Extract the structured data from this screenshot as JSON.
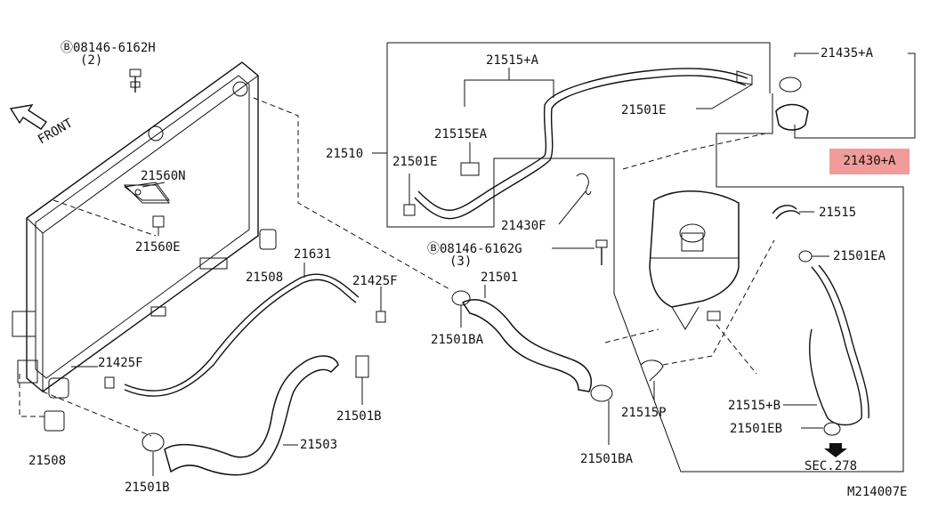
{
  "diagram_id": "M214007E",
  "highlight": {
    "label": "21430+A",
    "color": "#f08a8a"
  },
  "front_label": "FRONT",
  "bolt_label_1": {
    "code": "Ⓑ08146-6162H",
    "qty": "(2)"
  },
  "bolt_label_2": {
    "code": "Ⓑ08146-6162G",
    "qty": "(3)"
  },
  "section_label": "SEC.278",
  "labels": {
    "l21515A": "21515+A",
    "l21501E_top": "21501E",
    "l21515EA": "21515EA",
    "l21510": "21510",
    "l21501E_left": "21501E",
    "l21430F": "21430F",
    "l21435A": "21435+A",
    "l21515": "21515",
    "l21501EA": "21501EA",
    "l21560N": "21560N",
    "l21560E": "21560E",
    "l21508_top": "21508",
    "l21631": "21631",
    "l21425F_top": "21425F",
    "l21501": "21501",
    "l21501BA_top": "21501BA",
    "l21425F_bot": "21425F",
    "l21501B_right": "21501B",
    "l21503": "21503",
    "l21508_bot": "21508",
    "l21501B_bot": "21501B",
    "l21501BA_bot": "21501BA",
    "l21515P": "21515P",
    "l21515B": "21515+B",
    "l21501EB": "21501EB"
  }
}
